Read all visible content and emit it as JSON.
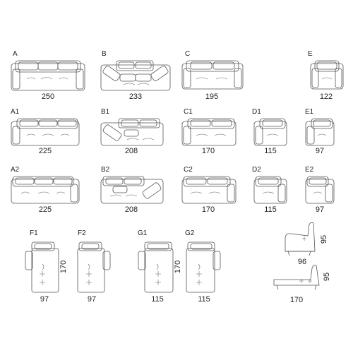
{
  "items": [
    {
      "code": "A",
      "width": "250"
    },
    {
      "code": "B",
      "width": "233"
    },
    {
      "code": "C",
      "width": "195"
    },
    {
      "code": "E",
      "width": "122"
    },
    {
      "code": "A1",
      "width": "225"
    },
    {
      "code": "B1",
      "width": "208"
    },
    {
      "code": "C1",
      "width": "170"
    },
    {
      "code": "D1",
      "width": "115"
    },
    {
      "code": "E1",
      "width": "97"
    },
    {
      "code": "A2",
      "width": "225"
    },
    {
      "code": "B2",
      "width": "208"
    },
    {
      "code": "C2",
      "width": "170"
    },
    {
      "code": "D2",
      "width": "115"
    },
    {
      "code": "E2",
      "width": "97"
    },
    {
      "code": "F1",
      "width": "97",
      "length": "170"
    },
    {
      "code": "F2",
      "width": "97"
    },
    {
      "code": "G1",
      "width": "115",
      "length": "170"
    },
    {
      "code": "G2",
      "width": "115"
    }
  ],
  "side_views": [
    {
      "name": "sofa-side",
      "depth": "96",
      "height": "95"
    },
    {
      "name": "chaise-side",
      "depth": "170",
      "height": "95"
    }
  ]
}
